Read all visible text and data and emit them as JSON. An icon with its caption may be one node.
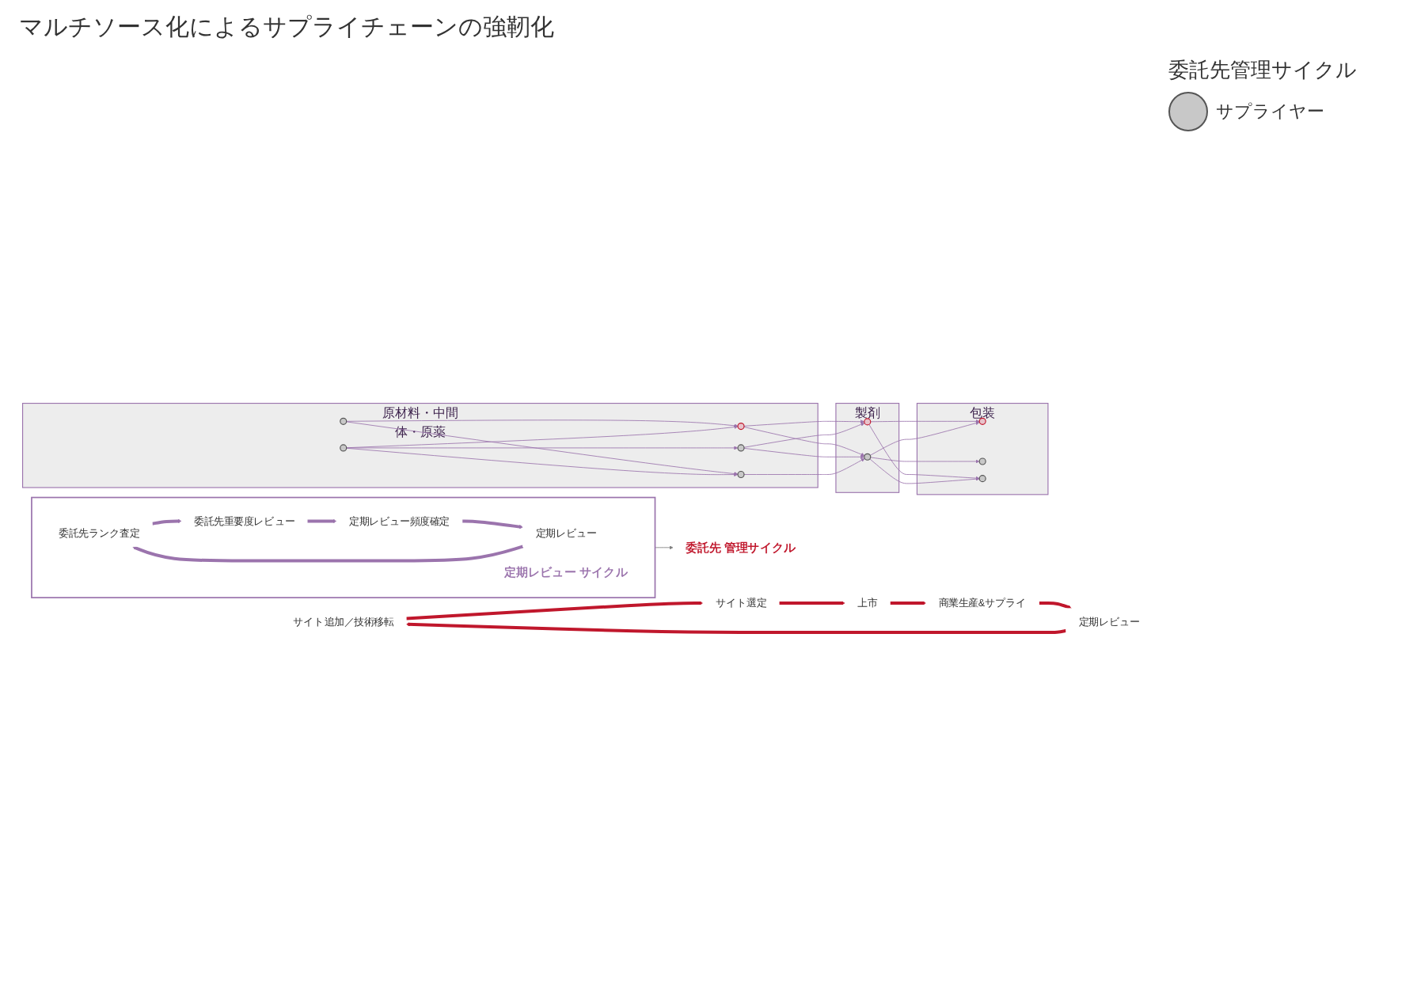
{
  "diagram": {
    "title": "マルチソース化によるサプライチェーンの強靭化",
    "nodes": [
      {
        "text": [
          "原材料・中間体・原薬"
        ]
      },
      {
        "text": [],
        "shape": "circle",
        "in": 0
      },
      {
        "text": [],
        "shape": "circle",
        "in": 0
      },
      {
        "text": [],
        "shape": "circle",
        "in": 0
      },
      {
        "text": [],
        "shape": "circle",
        "in": 0
      },
      {
        "text": [],
        "shape": "circle",
        "in": 0
      },
      {
        "text": [
          "製剤"
        ]
      },
      {
        "text": [],
        "shape": "circle",
        "in": 6
      },
      {
        "text": [],
        "shape": "circle",
        "in": 6
      },
      {
        "text": [
          "包装"
        ]
      },
      {
        "text": [],
        "shape": "circle",
        "in": 9
      },
      {
        "text": [],
        "shape": "circle",
        "in": 9
      },
      {
        "text": [],
        "shape": "circle",
        "in": 9
      },
      {
        "text": [],
        "shape": "box"
      },
      {
        "text": [
          "委託先ランク査定"
        ],
        "in": 13
      },
      {
        "text": [
          "委託先重要度レビュー"
        ],
        "in": 13
      },
      {
        "text": [
          "定期レビュー サイクル"
        ],
        "in": 13
      },
      {
        "text": [
          "定期レビュー"
        ],
        "in": 13
      },
      {
        "text": [
          "定期レビュー頻度確定"
        ],
        "in": 13
      },
      {
        "text": [
          "サイト追加／技術移転"
        ]
      },
      {
        "text": [
          "サイト選定"
        ]
      },
      {
        "text": [
          "委託先 管理サイクル"
        ]
      },
      {
        "text": [
          "定期レビュー"
        ]
      },
      {
        "text": [
          "上市"
        ]
      },
      {
        "text": [
          "商業生産&サプライ"
        ]
      }
    ],
    "edges": [
      {
        "from": 1,
        "to": 3,
        "arrow": "to"
      },
      {
        "from": 1,
        "to": 5,
        "arrow": "to"
      },
      {
        "from": 2,
        "to": 3,
        "arrow": "to"
      },
      {
        "from": 2,
        "to": 4,
        "arrow": "to"
      },
      {
        "from": 2,
        "to": 5,
        "arrow": "to"
      },
      {
        "from": 3,
        "to": 7,
        "arrow": "to"
      },
      {
        "from": 3,
        "to": 8,
        "arrow": "to"
      },
      {
        "from": 4,
        "to": 7,
        "arrow": "to"
      },
      {
        "from": 4,
        "to": 8,
        "arrow": "to"
      },
      {
        "from": 5,
        "to": 8,
        "arrow": "to"
      },
      {
        "from": 7,
        "to": 10,
        "arrow": "to"
      },
      {
        "from": 7,
        "to": 12,
        "arrow": "to"
      },
      {
        "from": 8,
        "to": 10,
        "arrow": "to"
      },
      {
        "from": 8,
        "to": 11,
        "arrow": "to"
      },
      {
        "from": 8,
        "to": 12,
        "arrow": "to"
      },
      {
        "from": 14,
        "to": 15,
        "arrow": "to",
        "style": "thick"
      },
      {
        "from": 15,
        "to": 18,
        "arrow": "to",
        "style": "thick"
      },
      {
        "from": 18,
        "to": 17,
        "arrow": "to",
        "style": "thick"
      },
      {
        "from": 17,
        "to": 14,
        "arrow": "to",
        "style": "thick"
      },
      {
        "from": 13,
        "to": 21,
        "arrow": "to",
        "color": "#7f7f7f"
      },
      {
        "from": 19,
        "to": 20,
        "arrow": "to",
        "style": "thick",
        "color": "#c0172c"
      },
      {
        "from": 20,
        "to": 23,
        "arrow": "to",
        "style": "thick",
        "color": "#c0172c"
      },
      {
        "from": 23,
        "to": 24,
        "arrow": "to",
        "style": "thick",
        "color": "#c0172c"
      },
      {
        "from": 24,
        "to": 22,
        "arrow": "to",
        "style": "thick",
        "color": "#c0172c"
      },
      {
        "from": 22,
        "to": 19,
        "arrow": "to",
        "style": "thick",
        "color": "#c0172c"
      }
    ],
    "labels": [
      "委託先管理サイクル"
    ],
    "legend": [
      {
        "text": "サプライヤー",
        "color": "#c8c8c8"
      }
    ]
  }
}
